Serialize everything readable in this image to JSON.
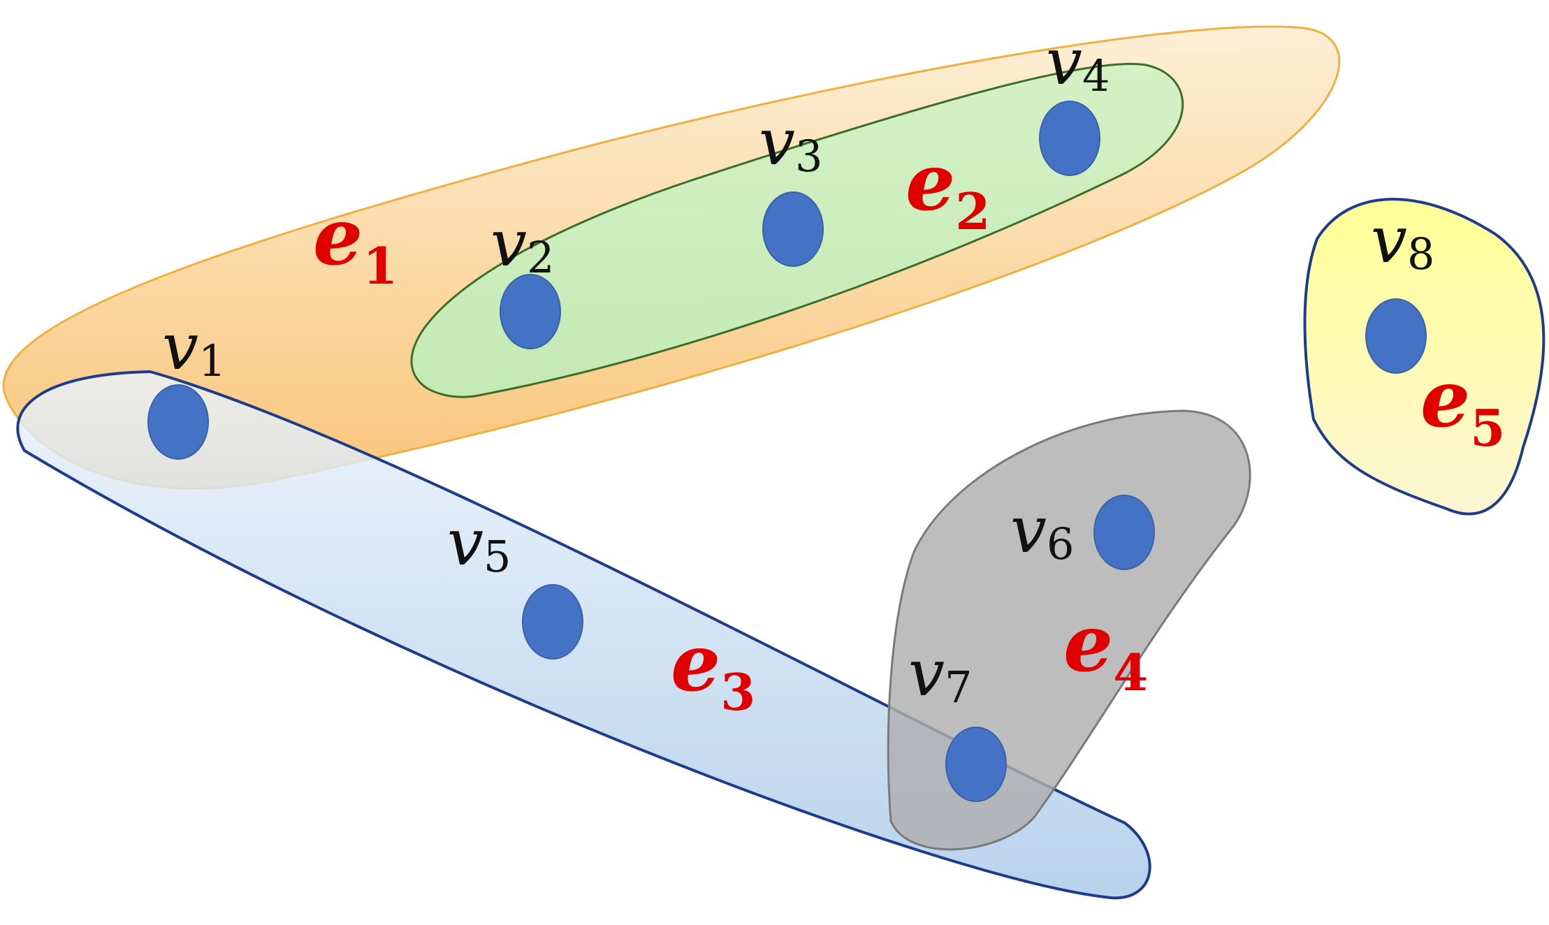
{
  "diagram": {
    "colors": {
      "vertex_fill": "#4472C4",
      "vertex_stroke": "#3A62A8",
      "edge_label": "#E00000",
      "e1_fill_top": "#FDEFD6",
      "e1_fill_bottom": "#F9C57A",
      "e1_stroke": "#F0B040",
      "e2_fill_top": "#D4F1C6",
      "e2_fill_bottom": "#C4EAB4",
      "e2_stroke": "#3C6E2A",
      "e3_fill_top": "#EAF2FB",
      "e3_fill_bottom": "#A9C9E8",
      "e3_stroke": "#1F3C8C",
      "e4_fill": "#AFAFAF",
      "e4_stroke": "#7A7A7A",
      "e5_fill_top": "#FFFF96",
      "e5_fill_bottom": "#FCF6D2",
      "e5_stroke": "#1F3C8C"
    },
    "vertices": [
      {
        "id": "v1",
        "letter": "v",
        "sub": "1"
      },
      {
        "id": "v2",
        "letter": "v",
        "sub": "2"
      },
      {
        "id": "v3",
        "letter": "v",
        "sub": "3"
      },
      {
        "id": "v4",
        "letter": "v",
        "sub": "4"
      },
      {
        "id": "v5",
        "letter": "v",
        "sub": "5"
      },
      {
        "id": "v6",
        "letter": "v",
        "sub": "6"
      },
      {
        "id": "v7",
        "letter": "v",
        "sub": "7"
      },
      {
        "id": "v8",
        "letter": "v",
        "sub": "8"
      }
    ],
    "hyperedges": [
      {
        "id": "e1",
        "letter": "e",
        "sub": "1",
        "members": [
          "v1",
          "v2",
          "v3",
          "v4"
        ]
      },
      {
        "id": "e2",
        "letter": "e",
        "sub": "2",
        "members": [
          "v2",
          "v3",
          "v4"
        ]
      },
      {
        "id": "e3",
        "letter": "e",
        "sub": "3",
        "members": [
          "v1",
          "v5",
          "v7"
        ]
      },
      {
        "id": "e4",
        "letter": "e",
        "sub": "4",
        "members": [
          "v6",
          "v7"
        ]
      },
      {
        "id": "e5",
        "letter": "e",
        "sub": "5",
        "members": [
          "v8"
        ]
      }
    ]
  }
}
